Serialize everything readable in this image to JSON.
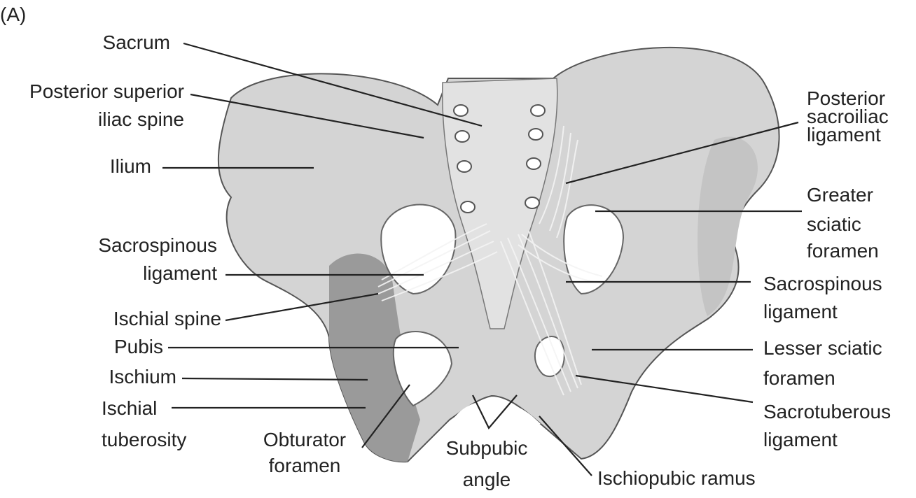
{
  "panel_label": "(A)",
  "labels": {
    "sacrum": "Sacrum",
    "psis": [
      "Posterior superior",
      "iliac spine"
    ],
    "ilium": "Ilium",
    "sacrospinous_left": [
      "Sacrospinous",
      "ligament"
    ],
    "ischial_spine": "Ischial spine",
    "pubis": "Pubis",
    "ischium": "Ischium",
    "ischial_tuberosity": [
      "Ischial",
      "tuberosity"
    ],
    "obturator_foramen": [
      "Obturator",
      "foramen"
    ],
    "subpubic_angle": [
      "Subpubic",
      "angle"
    ],
    "ischiopubic_ramus": "Ischiopubic ramus",
    "posterior_sacroiliac": [
      "Posterior",
      "sacroiliac",
      "ligament"
    ],
    "greater_sciatic": [
      "Greater",
      "sciatic",
      "foramen"
    ],
    "sacrospinous_right": [
      "Sacrospinous",
      "ligament"
    ],
    "lesser_sciatic": [
      "Lesser sciatic",
      "foramen"
    ],
    "sacrotuberous": [
      "Sacrotuberous",
      "ligament"
    ]
  }
}
